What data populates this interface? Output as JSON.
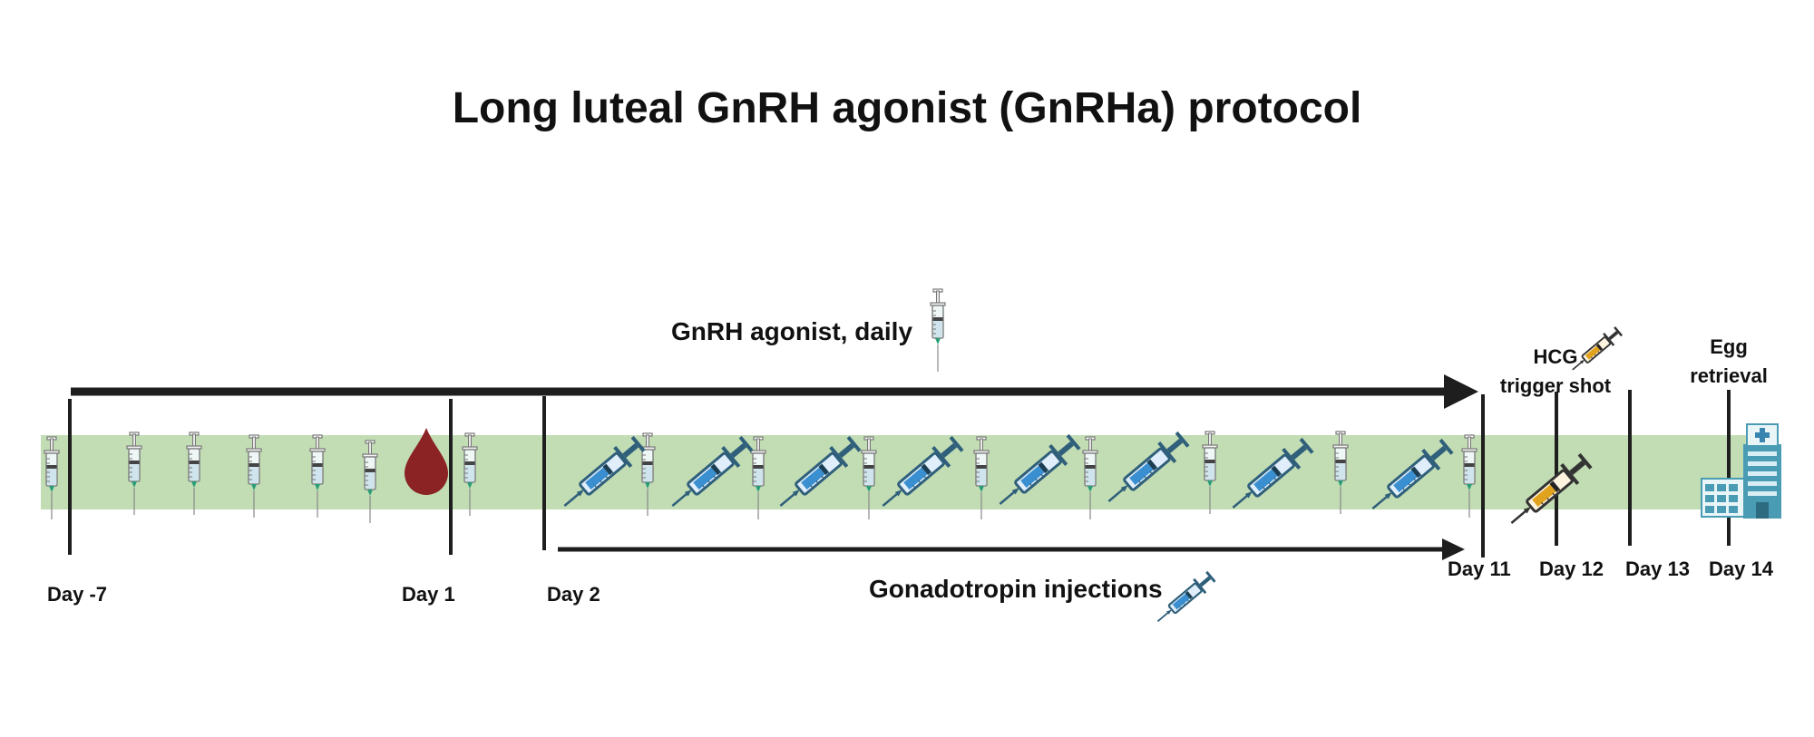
{
  "title": "Long luteal GnRH agonist (GnRHa) protocol",
  "labels": {
    "agonist": "GnRH agonist, daily",
    "gonadotropin": "Gonadotropin injections",
    "hcg_line1": "HCG",
    "hcg_line2": "trigger shot",
    "egg_line1": "Egg",
    "egg_line2": "retrieval"
  },
  "days": [
    "Day -7",
    "Day 1",
    "Day 2",
    "Day 11",
    "Day 12",
    "Day 13",
    "Day 14"
  ],
  "icons": {
    "agonist_syringe": "vertical-syringe-icon",
    "gonadotropin_pen": "diagonal-syringe-icon",
    "hcg_syringe": "trigger-syringe-icon",
    "blood_drop": "blood-drop-icon",
    "hospital": "hospital-building-icon"
  },
  "colors": {
    "band": "#c2ddb4",
    "line": "#1e1e1e",
    "gonadotropin_fill": "#3a8fd1",
    "gonadotropin_dark": "#2f5f7a",
    "hcg_fill": "#e1a31e",
    "blood": "#8b2324",
    "needle_tip": "#2a9d78",
    "hospital": "#4a9cb5"
  }
}
